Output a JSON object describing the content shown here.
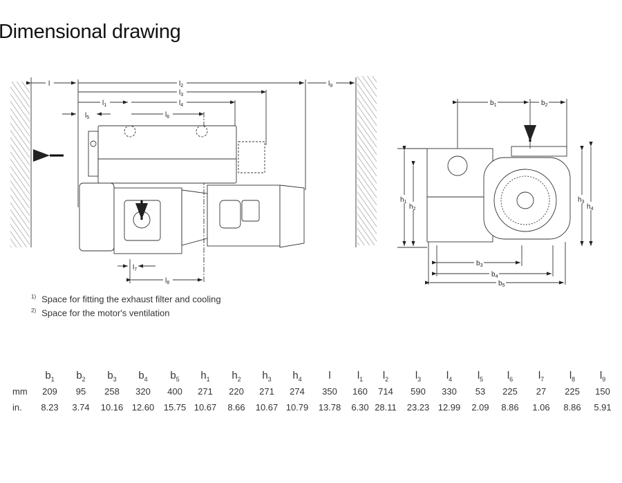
{
  "title": "Dimensional drawing",
  "drawing": {
    "side_view_labels": [
      "l",
      "l2",
      "l9",
      "l3",
      "l1",
      "l4",
      "l5",
      "l6",
      "l7",
      "l8"
    ],
    "front_view_labels": [
      "b1",
      "b2",
      "h1",
      "h2",
      "h3",
      "h4",
      "b3",
      "b4",
      "b5"
    ]
  },
  "footnotes": [
    {
      "mark": "1)",
      "text": "Space for fitting the exhaust filter and cooling"
    },
    {
      "mark": "2)",
      "text": "Space for the motor's ventilation"
    }
  ],
  "table": {
    "columns": [
      {
        "base": "b",
        "sub": "1"
      },
      {
        "base": "b",
        "sub": "2"
      },
      {
        "base": "b",
        "sub": "3"
      },
      {
        "base": "b",
        "sub": "4"
      },
      {
        "base": "b",
        "sub": "5"
      },
      {
        "base": "h",
        "sub": "1"
      },
      {
        "base": "h",
        "sub": "2"
      },
      {
        "base": "h",
        "sub": "3"
      },
      {
        "base": "h",
        "sub": "4"
      },
      {
        "base": "l",
        "sub": ""
      },
      {
        "base": "l",
        "sub": "1"
      },
      {
        "base": "l",
        "sub": "2"
      },
      {
        "base": "l",
        "sub": "3"
      },
      {
        "base": "l",
        "sub": "4"
      },
      {
        "base": "l",
        "sub": "5"
      },
      {
        "base": "l",
        "sub": "6"
      },
      {
        "base": "l",
        "sub": "7"
      },
      {
        "base": "l",
        "sub": "8"
      },
      {
        "base": "l",
        "sub": "9"
      }
    ],
    "rows": [
      {
        "unit": "mm",
        "values": [
          "209",
          "95",
          "258",
          "320",
          "400",
          "271",
          "220",
          "271",
          "274",
          "350",
          "160",
          "714",
          "590",
          "330",
          "53",
          "225",
          "27",
          "225",
          "150"
        ]
      },
      {
        "unit": "in.",
        "values": [
          "8.23",
          "3.74",
          "10.16",
          "12.60",
          "15.75",
          "10.67",
          "8.66",
          "10.67",
          "10.79",
          "13.78",
          "6.30",
          "28.11",
          "23.23",
          "12.99",
          "2.09",
          "8.86",
          "1.06",
          "8.86",
          "5.91"
        ]
      }
    ]
  }
}
